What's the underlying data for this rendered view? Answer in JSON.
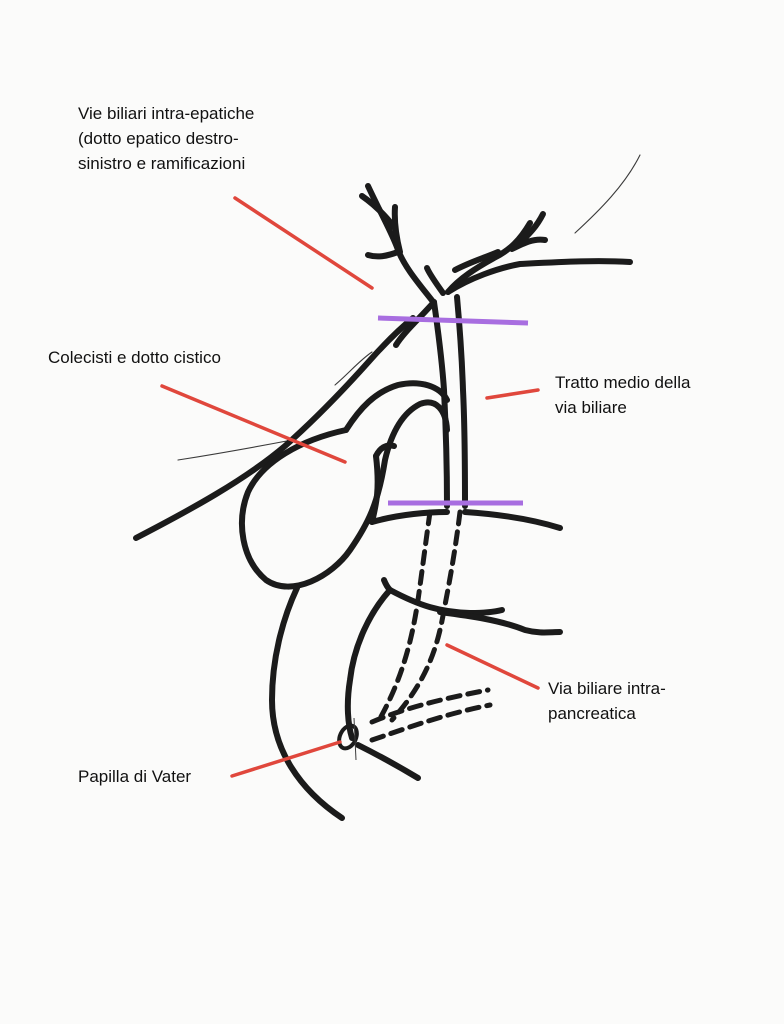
{
  "labels": {
    "intra_epatiche": [
      "Vie biliari intra-epatiche",
      "(dotto epatico destro-",
      "sinistro e ramificazioni"
    ],
    "colecisti": [
      "Colecisti e dotto cistico"
    ],
    "tratto_medio": [
      "Tratto medio della",
      "via biliare"
    ],
    "intrapancreatica": [
      "Via biliare intra-",
      "pancreatica"
    ],
    "papilla": [
      "Papilla di Vater"
    ]
  },
  "colors": {
    "outline": "#1b1b1b",
    "pointer_line": "#e0473c",
    "segment_boundary": "#a86ee0",
    "thin_line": "#3a3a3a"
  }
}
